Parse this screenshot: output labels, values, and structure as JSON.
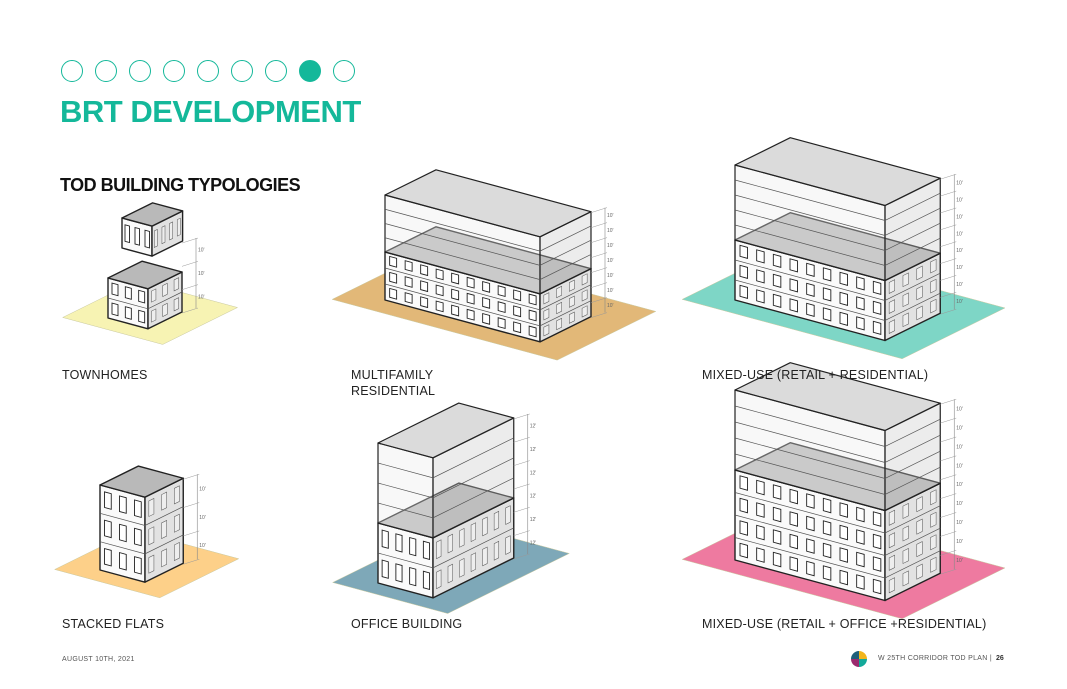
{
  "header": {
    "progress_dots": {
      "total": 9,
      "active_index": 7
    },
    "title": "BRT DEVELOPMENT",
    "subtitle": "TOD BUILDING TYPOLOGIES"
  },
  "typologies": [
    {
      "label": "TOWNHOMES",
      "lot_color": "#f7f3b3"
    },
    {
      "label": "MULTIFAMILY\nRESIDENTIAL",
      "lot_color": "#e2b878"
    },
    {
      "label": "MIXED-USE (RETAIL + RESIDENTIAL)",
      "lot_color": "#7ed6c6"
    },
    {
      "label": "STACKED FLATS",
      "lot_color": "#fdd089"
    },
    {
      "label": "OFFICE BUILDING",
      "lot_color": "#7ea8b8"
    },
    {
      "label": "MIXED-USE (RETAIL + OFFICE +RESIDENTIAL)",
      "lot_color": "#ee7aa0"
    }
  ],
  "footer": {
    "date": "AUGUST 10TH, 2021",
    "plan": "W 25TH CORRIDOR TOD PLAN  |",
    "page": "26"
  },
  "colors": {
    "accent": "#14b89a"
  }
}
